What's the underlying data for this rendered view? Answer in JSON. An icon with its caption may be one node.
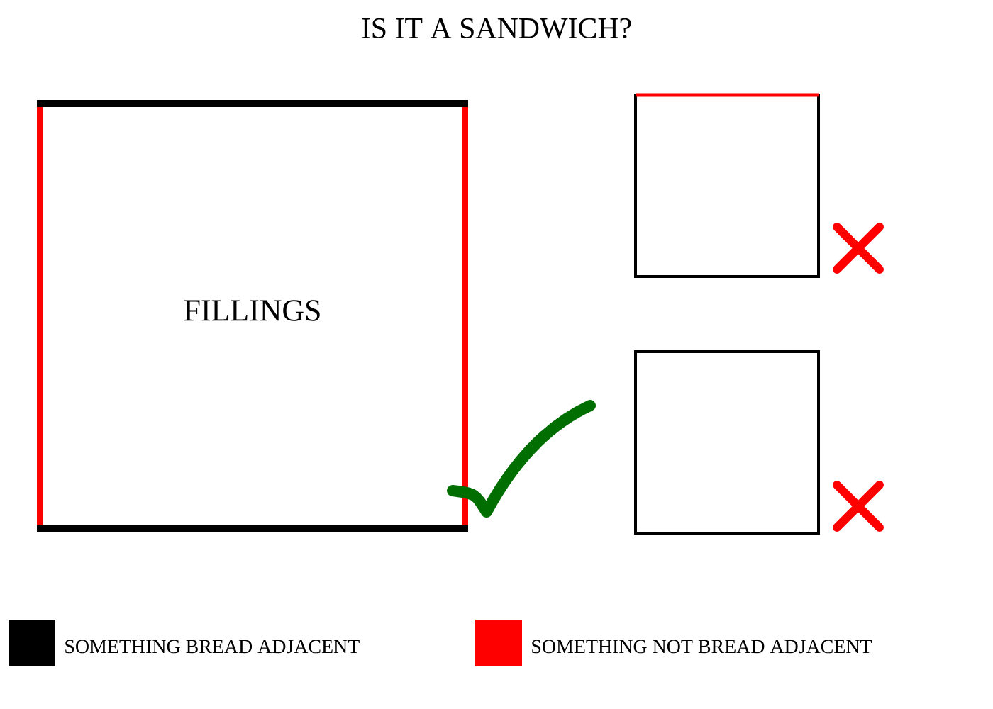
{
  "diagram": {
    "title": "IS IT A SANDWICH?",
    "nodes": [
      {
        "text": [
          "FILLINGS"
        ]
      },
      {
        "text": [],
        "shape": "box"
      },
      {
        "text": [],
        "shape": "box"
      }
    ],
    "legend": [
      {
        "text": "SOMETHING BREAD ADJACENT",
        "color": "#000000"
      },
      {
        "text": "SOMETHING NOT BREAD ADJACENT",
        "color": "#ff0000"
      }
    ]
  }
}
